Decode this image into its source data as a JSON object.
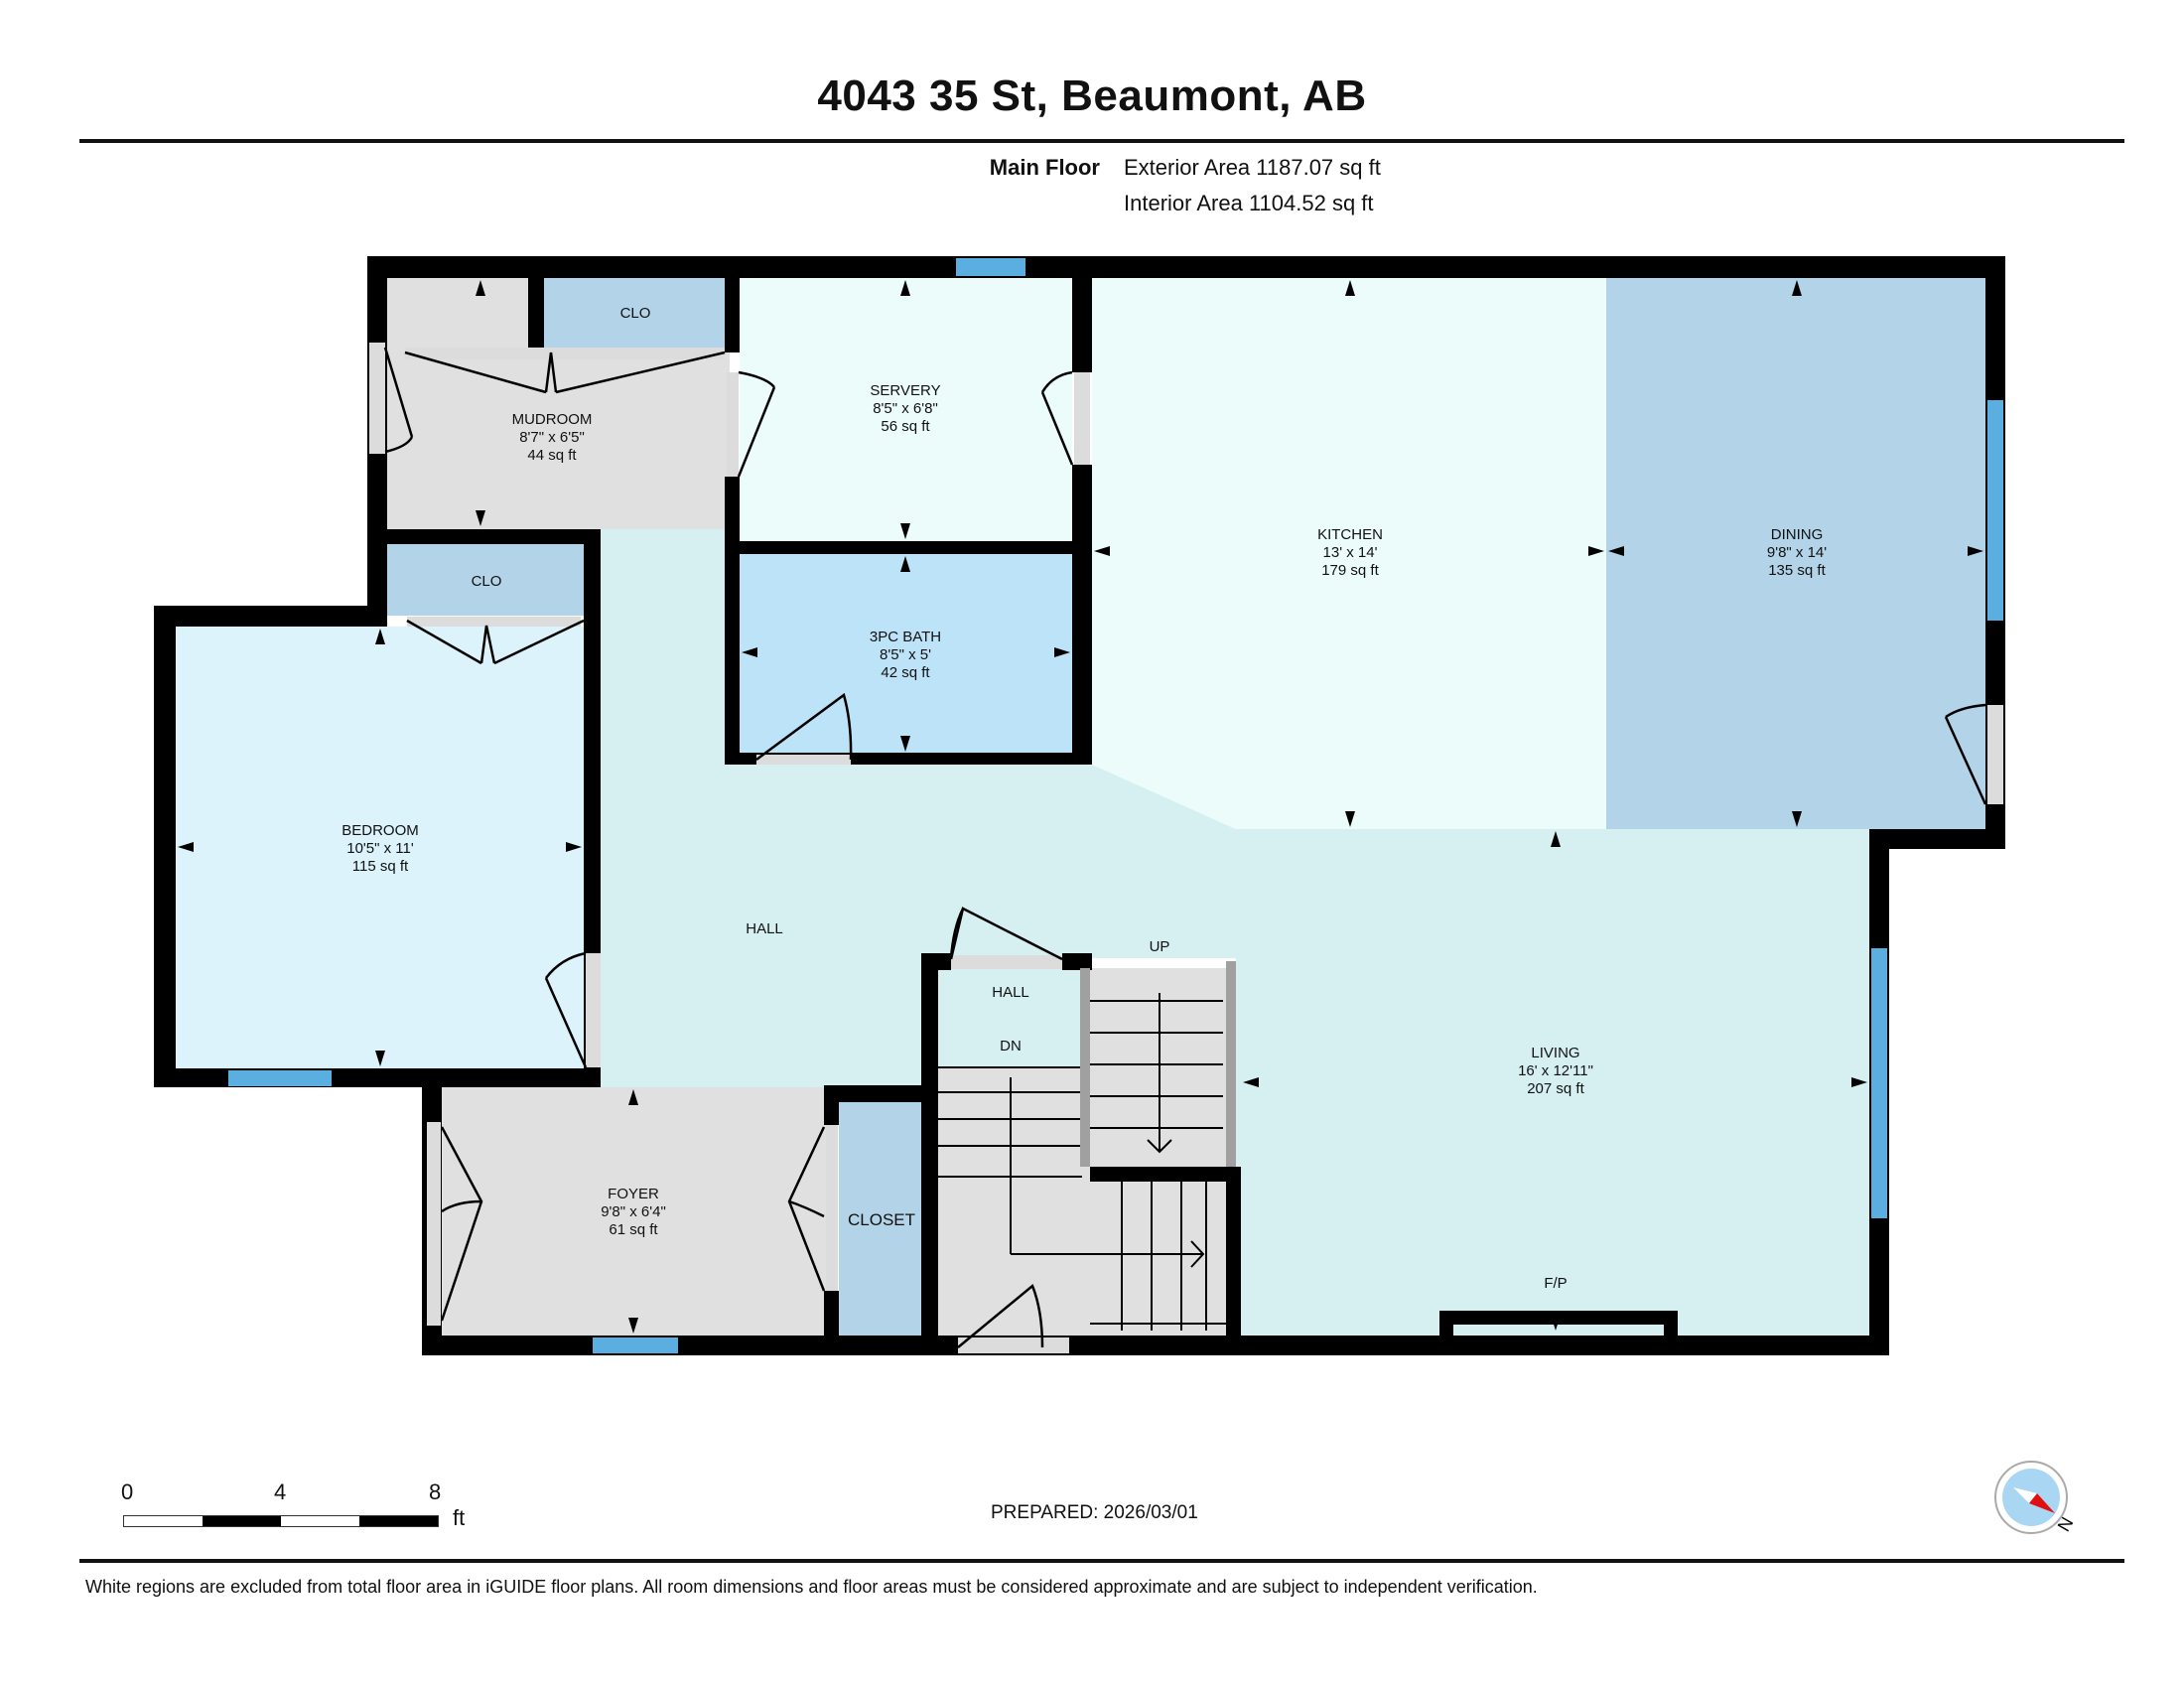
{
  "header": {
    "title": "4043 35 St, Beaumont, AB",
    "floor_name": "Main Floor",
    "exterior_area": "Exterior Area 1187.07 sq ft",
    "interior_area": "Interior Area 1104.52 sq ft"
  },
  "rooms": {
    "mudroom": {
      "name": "MUDROOM",
      "dims": "8'7\" x 6'5\"",
      "area": "44 sq ft"
    },
    "mudroom_closet": {
      "name": "CLO"
    },
    "servery": {
      "name": "SERVERY",
      "dims": "8'5\" x 6'8\"",
      "area": "56 sq ft"
    },
    "bath": {
      "name": "3PC BATH",
      "dims": "8'5\" x 5'",
      "area": "42 sq ft"
    },
    "kitchen": {
      "name": "KITCHEN",
      "dims": "13' x 14'",
      "area": "179 sq ft"
    },
    "dining": {
      "name": "DINING",
      "dims": "9'8\" x 14'",
      "area": "135 sq ft"
    },
    "bedroom_closet": {
      "name": "CLO"
    },
    "bedroom": {
      "name": "BEDROOM",
      "dims": "10'5\" x 11'",
      "area": "115 sq ft"
    },
    "hall": {
      "name": "HALL"
    },
    "stair_hall": {
      "name": "HALL",
      "stairs_down": "DN"
    },
    "stairs_up": {
      "label": "UP"
    },
    "living": {
      "name": "LIVING",
      "dims": "16' x 12'11\"",
      "area": "207 sq ft"
    },
    "fireplace": {
      "label": "F/P"
    },
    "foyer": {
      "name": "FOYER",
      "dims": "9'8\" x 6'4\"",
      "area": "61 sq ft"
    },
    "closet": {
      "name": "CLOSET"
    }
  },
  "colors": {
    "wall": "#000000",
    "window": "#5aaee0",
    "mudroom_foyer": "#e0e0e0",
    "closet": "#b3d3e8",
    "servery_kitchen": "#ecfcfb",
    "bath": "#bde3f8",
    "dining": "#b3d3e8",
    "bedroom": "#dcf3fc",
    "hall_living": "#d6f0f2",
    "compass_needle": "#e01010",
    "compass_face": "#a9d6f2"
  },
  "scale_bar": {
    "ticks": [
      "0",
      "4",
      "8"
    ],
    "unit": "ft"
  },
  "footer": {
    "prepared": "PREPARED: 2026/03/01",
    "disclaimer": "White regions are excluded from total floor area in iGUIDE floor plans. All room dimensions and floor areas must be considered approximate and are subject to independent verification."
  },
  "compass": {
    "label": "N"
  }
}
